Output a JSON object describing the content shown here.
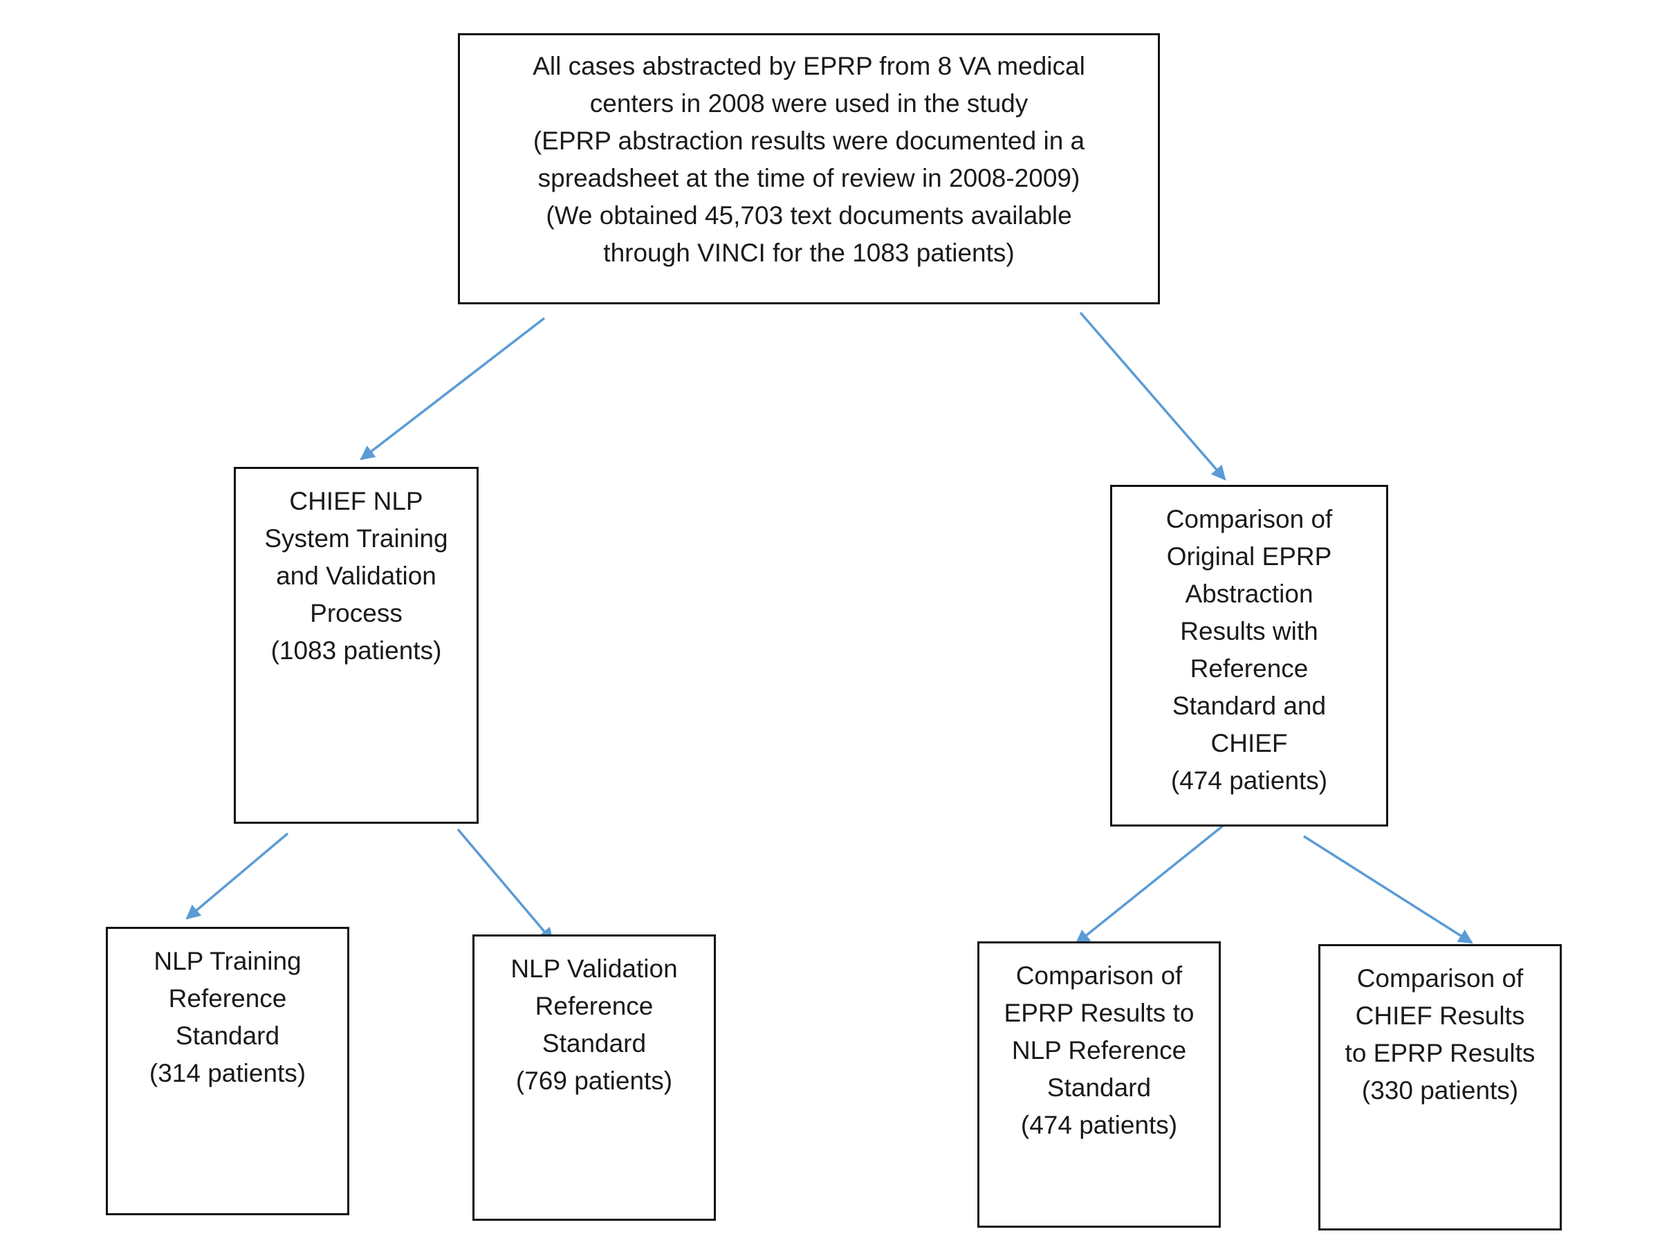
{
  "diagram": {
    "accent_color": "#5B9BD5",
    "border_color": "#111111",
    "nodes": {
      "root": {
        "lines": [
          "All cases abstracted by EPRP from 8 VA medical",
          "centers in 2008 were used in the study",
          "(EPRP abstraction results were documented in a",
          "spreadsheet at the time of review in 2008-2009)",
          "(We obtained 45,703 text documents available",
          "through VINCI for the 1083 patients)"
        ]
      },
      "chief": {
        "lines": [
          "CHIEF NLP",
          "System Training",
          "and Validation",
          "Process",
          "(1083 patients)"
        ]
      },
      "compare": {
        "lines": [
          "Comparison of",
          "Original EPRP",
          "Abstraction",
          "Results with",
          "Reference",
          "Standard and",
          "CHIEF",
          "(474 patients)"
        ]
      },
      "train": {
        "lines": [
          "NLP Training",
          "Reference",
          "Standard",
          "(314 patients)"
        ]
      },
      "valid": {
        "lines": [
          "NLP Validation",
          "Reference",
          "Standard",
          "(769 patients)"
        ]
      },
      "eprp_ref": {
        "lines": [
          "Comparison of",
          "EPRP Results to",
          "NLP Reference",
          "Standard",
          "(474 patients)"
        ]
      },
      "chief_eprp": {
        "lines": [
          "Comparison of",
          "CHIEF Results",
          "to EPRP Results",
          "(330 patients)"
        ]
      }
    },
    "edges": [
      {
        "from": "root",
        "to": "chief"
      },
      {
        "from": "root",
        "to": "compare"
      },
      {
        "from": "chief",
        "to": "train"
      },
      {
        "from": "chief",
        "to": "valid"
      },
      {
        "from": "compare",
        "to": "eprp_ref"
      },
      {
        "from": "compare",
        "to": "chief_eprp"
      }
    ]
  }
}
